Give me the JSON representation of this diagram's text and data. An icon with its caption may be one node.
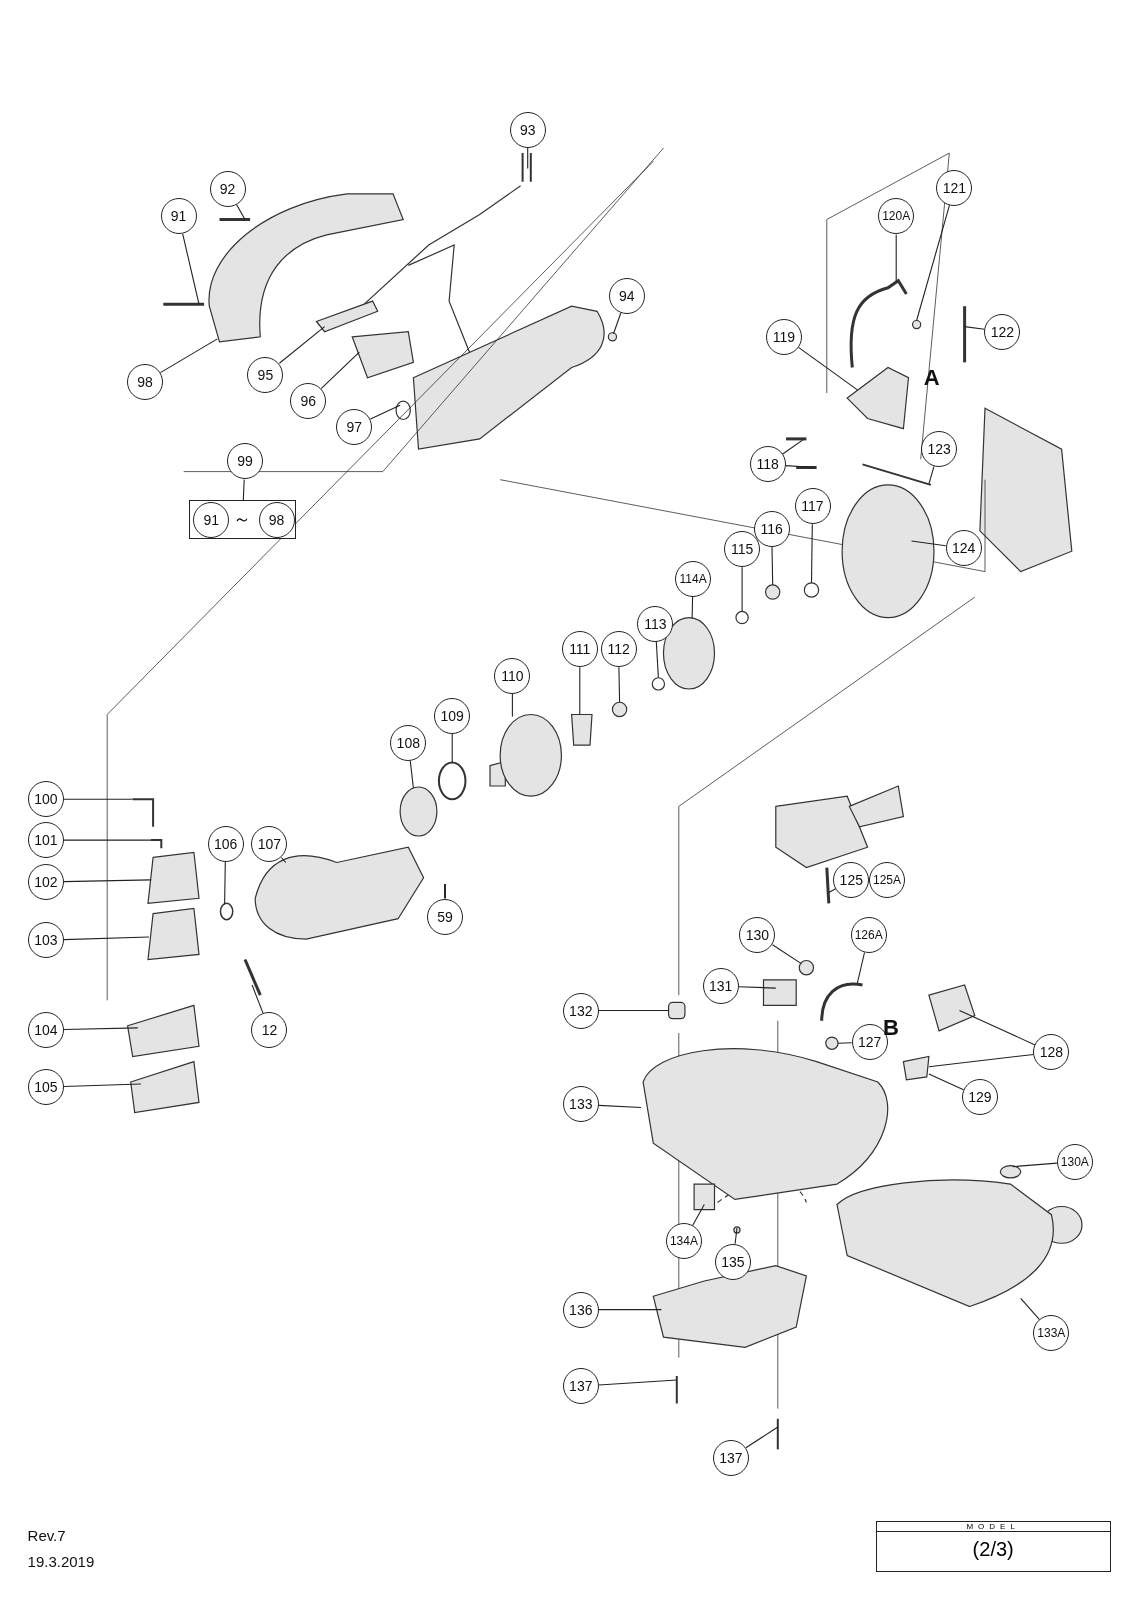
{
  "diagram": {
    "nodes": [
      {
        "text": [
          "93"
        ]
      },
      {
        "text": [
          "92"
        ]
      },
      {
        "text": [
          "91"
        ]
      },
      {
        "text": [
          "94"
        ]
      },
      {
        "text": [
          "98"
        ]
      },
      {
        "text": [
          "95"
        ]
      },
      {
        "text": [
          "96"
        ]
      },
      {
        "text": [
          "97"
        ]
      },
      {
        "text": [
          "99"
        ]
      },
      {
        "text": [
          "～"
        ]
      },
      {
        "text": [
          "91"
        ],
        "in": 9
      },
      {
        "text": [
          "98"
        ],
        "in": 9
      },
      {
        "text": [
          "120A"
        ]
      },
      {
        "text": [
          "121"
        ]
      },
      {
        "text": [
          "122"
        ]
      },
      {
        "text": [
          "119"
        ]
      },
      {
        "text": [
          "118"
        ]
      },
      {
        "text": [
          "123"
        ]
      },
      {
        "text": [
          "124"
        ]
      },
      {
        "text": [
          "117"
        ]
      },
      {
        "text": [
          "116"
        ]
      },
      {
        "text": [
          "115"
        ]
      },
      {
        "text": [
          "114A"
        ]
      },
      {
        "text": [
          "113"
        ]
      },
      {
        "text": [
          "112"
        ]
      },
      {
        "text": [
          "111"
        ]
      },
      {
        "text": [
          "110"
        ]
      },
      {
        "text": [
          "109"
        ]
      },
      {
        "text": [
          "108"
        ]
      },
      {
        "text": [
          "100"
        ]
      },
      {
        "text": [
          "101"
        ]
      },
      {
        "text": [
          "102"
        ]
      },
      {
        "text": [
          "103"
        ]
      },
      {
        "text": [
          "104"
        ]
      },
      {
        "text": [
          "105"
        ]
      },
      {
        "text": [
          "106"
        ]
      },
      {
        "text": [
          "107"
        ]
      },
      {
        "text": [
          "59"
        ]
      },
      {
        "text": [
          "12"
        ]
      },
      {
        "text": [
          "125"
        ]
      },
      {
        "text": [
          "125A"
        ]
      },
      {
        "text": [
          "126A"
        ]
      },
      {
        "text": [
          "130"
        ]
      },
      {
        "text": [
          "131"
        ]
      },
      {
        "text": [
          "132"
        ]
      },
      {
        "text": [
          "127"
        ]
      },
      {
        "text": [
          "128"
        ]
      },
      {
        "text": [
          "129"
        ]
      },
      {
        "text": [
          "133"
        ]
      },
      {
        "text": [
          "130A"
        ]
      },
      {
        "text": [
          "134A"
        ]
      },
      {
        "text": [
          "135"
        ]
      },
      {
        "text": [
          "133A"
        ]
      },
      {
        "text": [
          "136"
        ]
      },
      {
        "text": [
          "137"
        ]
      },
      {
        "text": [
          "137"
        ]
      },
      {
        "text": [],
        "shape": "bar"
      },
      {
        "text": [],
        "shape": "bar"
      },
      {
        "text": [],
        "shape": "bar"
      },
      {
        "text": [],
        "shape": "circle"
      },
      {
        "text": [],
        "shape": "picture"
      },
      {
        "text": [],
        "shape": "box"
      },
      {
        "text": [],
        "shape": "box"
      },
      {
        "text": [],
        "shape": "circle"
      },
      {
        "text": [],
        "shape": "bar"
      },
      {
        "text": [],
        "shape": "circle"
      },
      {
        "text": [],
        "shape": "bar"
      },
      {
        "text": [],
        "shape": "box"
      },
      {
        "text": [],
        "shape": "bar"
      },
      {
        "text": [],
        "shape": "bar"
      },
      {
        "text": [],
        "shape": "bar"
      },
      {
        "text": [],
        "shape": "circle"
      },
      {
        "text": [],
        "shape": "circle"
      },
      {
        "text": [],
        "shape": "circle"
      },
      {
        "text": [],
        "shape": "circle"
      },
      {
        "text": [],
        "shape": "circle"
      },
      {
        "text": [],
        "shape": "circle"
      },
      {
        "text": [],
        "shape": "circle"
      },
      {
        "text": [],
        "shape": "box"
      },
      {
        "text": [],
        "shape": "circle"
      },
      {
        "text": [],
        "shape": "circle"
      },
      {
        "text": [],
        "shape": "circle"
      },
      {
        "text": [],
        "shape": "bar"
      },
      {
        "text": [],
        "shape": "bar"
      },
      {
        "text": [],
        "shape": "box"
      },
      {
        "text": [],
        "shape": "box"
      },
      {
        "text": [],
        "shape": "box"
      },
      {
        "text": [],
        "shape": "box"
      },
      {
        "text": [],
        "shape": "circle"
      },
      {
        "text": [],
        "shape": "picture"
      },
      {
        "text": [],
        "shape": "bar"
      },
      {
        "text": [],
        "shape": "bar"
      },
      {
        "text": [],
        "shape": "bar"
      },
      {
        "text": [],
        "shape": "bar"
      },
      {
        "text": [],
        "shape": "circle"
      },
      {
        "text": [],
        "shape": "box"
      },
      {
        "text": [],
        "shape": "box"
      },
      {
        "text": [],
        "shape": "circle"
      },
      {
        "text": [],
        "shape": "box"
      },
      {
        "text": [],
        "shape": "box"
      },
      {
        "text": [],
        "shape": "picture"
      },
      {
        "text": [],
        "shape": "circle"
      },
      {
        "text": [],
        "shape": "box"
      },
      {
        "text": [],
        "shape": "circle"
      },
      {
        "text": [],
        "shape": "picture"
      },
      {
        "text": [],
        "shape": "picture"
      },
      {
        "text": [],
        "shape": "bar"
      },
      {
        "text": [],
        "shape": "bar"
      }
    ],
    "edges": [
      {
        "from": 0,
        "to": 56,
        "arrow": "none"
      },
      {
        "from": 1,
        "to": 57,
        "arrow": "none"
      },
      {
        "from": 2,
        "to": 58,
        "arrow": "none"
      },
      {
        "from": 3,
        "to": 59,
        "arrow": "none"
      },
      {
        "from": 4,
        "to": 60,
        "arrow": "none"
      },
      {
        "from": 5,
        "to": 61,
        "arrow": "none"
      },
      {
        "from": 6,
        "to": 62,
        "arrow": "none"
      },
      {
        "from": 7,
        "to": 63,
        "arrow": "none"
      },
      {
        "from": 8,
        "to": 9,
        "arrow": "none"
      },
      {
        "from": 12,
        "to": 64,
        "arrow": "none"
      },
      {
        "from": 13,
        "to": 65,
        "arrow": "none"
      },
      {
        "from": 14,
        "to": 66,
        "arrow": "none"
      },
      {
        "from": 15,
        "to": 67,
        "arrow": "none"
      },
      {
        "from": 16,
        "to": 68,
        "arrow": "none"
      },
      {
        "from": 17,
        "to": 70,
        "arrow": "none"
      },
      {
        "from": 18,
        "to": 71,
        "arrow": "none"
      },
      {
        "from": 19,
        "to": 72,
        "arrow": "none"
      },
      {
        "from": 20,
        "to": 73,
        "arrow": "none"
      },
      {
        "from": 21,
        "to": 74,
        "arrow": "none"
      },
      {
        "from": 22,
        "to": 75,
        "arrow": "none"
      },
      {
        "from": 23,
        "to": 76,
        "arrow": "none"
      },
      {
        "from": 24,
        "to": 77,
        "arrow": "none"
      },
      {
        "from": 25,
        "to": 78,
        "arrow": "none"
      },
      {
        "from": 26,
        "to": 79,
        "arrow": "none"
      },
      {
        "from": 27,
        "to": 80,
        "arrow": "none"
      },
      {
        "from": 28,
        "to": 81,
        "arrow": "none"
      },
      {
        "from": 29,
        "to": 82,
        "arrow": "none"
      },
      {
        "from": 30,
        "to": 83,
        "arrow": "none"
      },
      {
        "from": 31,
        "to": 84,
        "arrow": "none"
      },
      {
        "from": 32,
        "to": 85,
        "arrow": "none"
      },
      {
        "from": 33,
        "to": 86,
        "arrow": "none"
      },
      {
        "from": 34,
        "to": 87,
        "arrow": "none"
      },
      {
        "from": 35,
        "to": 88,
        "arrow": "none"
      },
      {
        "from": 36,
        "to": 89,
        "arrow": "none"
      },
      {
        "from": 37,
        "to": 90,
        "arrow": "none"
      },
      {
        "from": 38,
        "to": 91,
        "arrow": "none"
      },
      {
        "from": 39,
        "to": 92,
        "arrow": "none"
      },
      {
        "from": 41,
        "to": 93,
        "arrow": "none"
      },
      {
        "from": 42,
        "to": 94,
        "arrow": "none"
      },
      {
        "from": 43,
        "to": 95,
        "arrow": "none"
      },
      {
        "from": 44,
        "to": 96,
        "arrow": "none"
      },
      {
        "from": 45,
        "to": 97,
        "arrow": "none"
      },
      {
        "from": 46,
        "to": 98,
        "arrow": "none"
      },
      {
        "from": 47,
        "to": 99,
        "arrow": "none"
      },
      {
        "from": 48,
        "to": 100,
        "arrow": "none"
      },
      {
        "from": 49,
        "to": 101,
        "arrow": "none"
      },
      {
        "from": 50,
        "to": 102,
        "arrow": "none"
      },
      {
        "from": 51,
        "to": 103,
        "arrow": "none"
      },
      {
        "from": 52,
        "to": 104,
        "arrow": "none"
      },
      {
        "from": 53,
        "to": 105,
        "arrow": "none"
      },
      {
        "from": 54,
        "to": 106,
        "arrow": "none"
      },
      {
        "from": 55,
        "to": 107,
        "arrow": "none"
      },
      {
        "from": 16,
        "to": 69,
        "arrow": "none"
      },
      {
        "from": 46,
        "to": 99,
        "arrow": "none"
      }
    ],
    "labels": [
      "A",
      "B",
      "Rev.7",
      "19.3.2019",
      "MODEL",
      "(2/3)"
    ]
  }
}
